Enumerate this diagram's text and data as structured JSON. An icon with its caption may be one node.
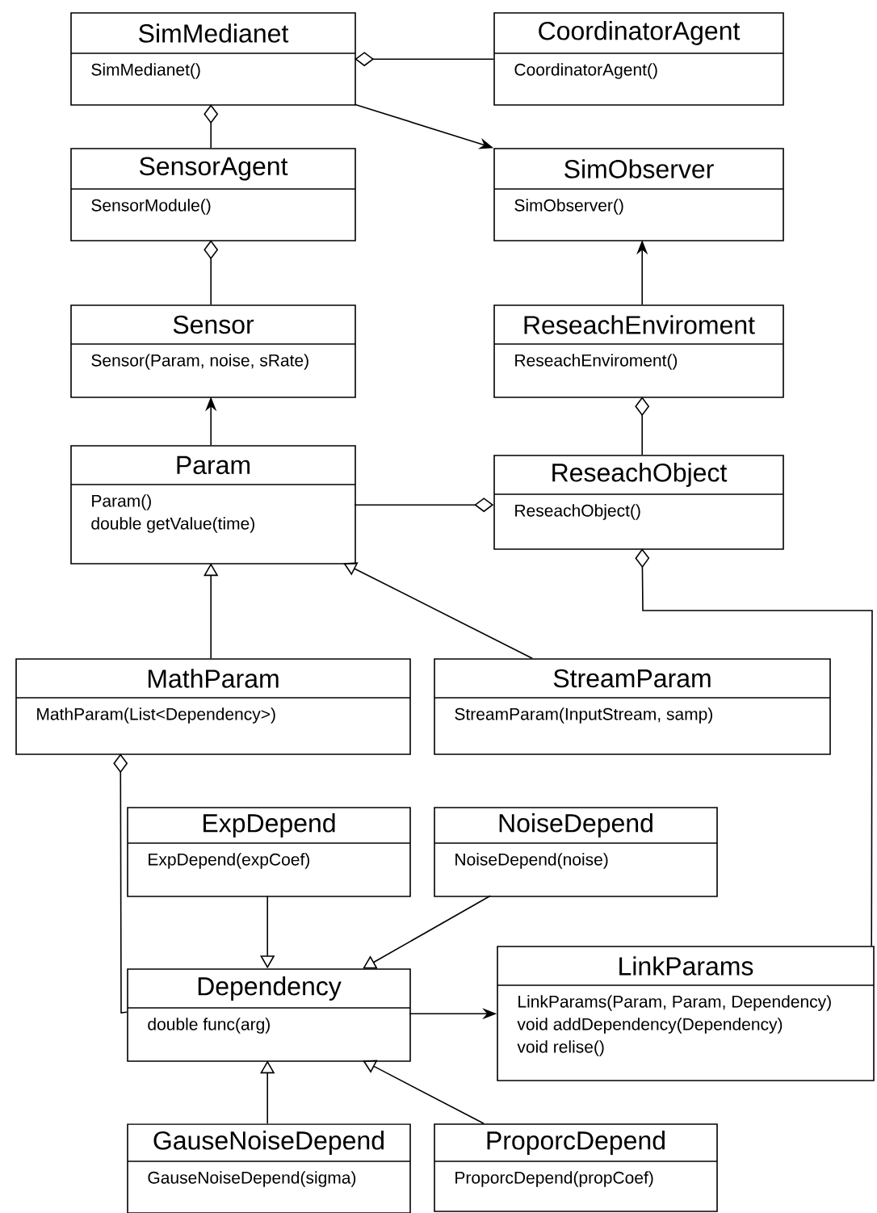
{
  "diagram": {
    "nodes": [
      {
        "text": [
          "SimMedianet",
          "SimMedianet()"
        ]
      },
      {
        "text": [
          "CoordinatorAgent",
          "CoordinatorAgent()"
        ]
      },
      {
        "text": [
          "SensorAgent",
          "SensorModule()"
        ]
      },
      {
        "text": [
          "SimObserver",
          "SimObserver()"
        ]
      },
      {
        "text": [
          "Sensor",
          "Sensor(Param, noise, sRate)"
        ]
      },
      {
        "text": [
          "ReseachEnviroment",
          "ReseachEnviroment()"
        ]
      },
      {
        "text": [
          "Param",
          "Param()",
          "double getValue(time)"
        ]
      },
      {
        "text": [
          "ReseachObject",
          "ReseachObject()"
        ]
      },
      {
        "text": [
          "MathParam",
          "MathParam(List<Dependency>)"
        ]
      },
      {
        "text": [
          "StreamParam",
          "StreamParam(InputStream, samp)"
        ]
      },
      {
        "text": [
          "ExpDepend",
          "ExpDepend(expCoef)"
        ]
      },
      {
        "text": [
          "NoiseDepend",
          "NoiseDepend(noise)"
        ]
      },
      {
        "text": [
          "Dependency",
          "double func(arg)"
        ]
      },
      {
        "text": [
          "LinkParams",
          "LinkParams(Param, Param, Dependency)",
          "void addDependency(Dependency)",
          "void relise()"
        ]
      },
      {
        "text": [
          "GauseNoiseDepend",
          "GauseNoiseDepend(sigma)"
        ]
      },
      {
        "text": [
          "ProporcDepend",
          "ProporcDepend(propCoef)"
        ]
      }
    ],
    "edges": [
      {
        "from": 1,
        "to": 0,
        "arrow": "other"
      },
      {
        "from": 2,
        "to": 0,
        "arrow": "other"
      },
      {
        "from": 0,
        "to": 3,
        "arrow": "to"
      },
      {
        "from": 4,
        "to": 2,
        "arrow": "other"
      },
      {
        "from": 5,
        "to": 3,
        "arrow": "to"
      },
      {
        "from": 6,
        "to": 4,
        "arrow": "to"
      },
      {
        "from": 7,
        "to": 5,
        "arrow": "other"
      },
      {
        "from": 6,
        "to": 7,
        "arrow": "other"
      },
      {
        "from": 8,
        "to": 6,
        "arrow": "to"
      },
      {
        "from": 9,
        "to": 6,
        "arrow": "to"
      },
      {
        "from": 13,
        "to": 7,
        "arrow": "other"
      },
      {
        "from": 12,
        "to": 8,
        "arrow": "other"
      },
      {
        "from": 10,
        "to": 12,
        "arrow": "to"
      },
      {
        "from": 11,
        "to": 12,
        "arrow": "to"
      },
      {
        "from": 12,
        "to": 13,
        "arrow": "to"
      },
      {
        "from": 14,
        "to": 12,
        "arrow": "to"
      },
      {
        "from": 15,
        "to": 12,
        "arrow": "to"
      }
    ]
  }
}
